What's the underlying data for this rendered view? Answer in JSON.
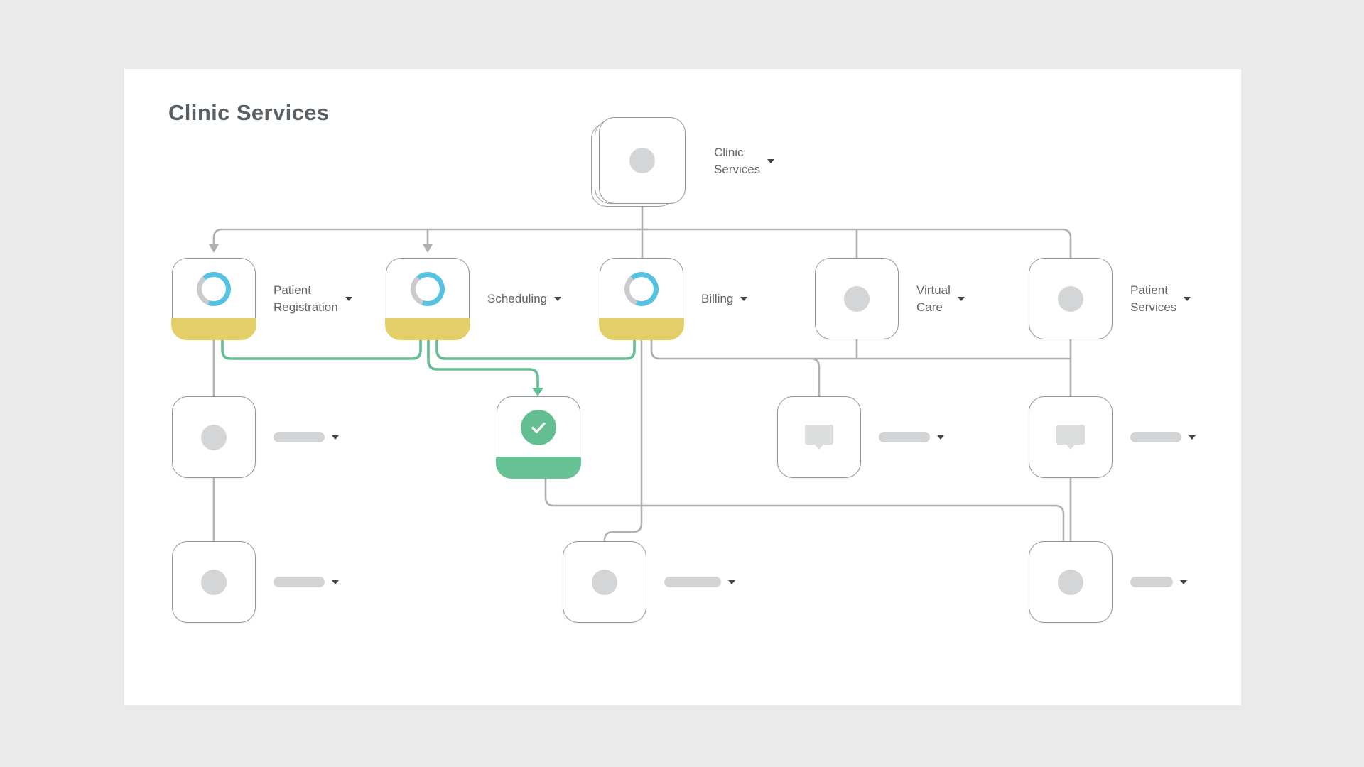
{
  "title": "Clinic Services",
  "nodes": {
    "root": {
      "label": "Clinic Services",
      "icon": "dot",
      "stacked": true,
      "has_dropdown": true
    },
    "level2": [
      {
        "label": "Patient Registration",
        "icon": "spinner",
        "status_bar": "yellow",
        "has_dropdown": true
      },
      {
        "label": "Scheduling",
        "icon": "spinner",
        "status_bar": "yellow",
        "has_dropdown": true
      },
      {
        "label": "Billing",
        "icon": "spinner",
        "status_bar": "yellow",
        "has_dropdown": true
      },
      {
        "label": "Virtual Care",
        "icon": "dot",
        "status_bar": null,
        "has_dropdown": true
      },
      {
        "label": "Patient Services",
        "icon": "dot",
        "status_bar": null,
        "has_dropdown": true
      }
    ],
    "level3": [
      {
        "label_placeholder": true,
        "icon": "dot",
        "status_bar": null,
        "has_dropdown": true
      },
      {
        "label_placeholder": false,
        "icon": "check",
        "status_bar": "green",
        "has_dropdown": false
      },
      {
        "label_placeholder": true,
        "icon": "monitor",
        "status_bar": null,
        "has_dropdown": true
      },
      {
        "label_placeholder": true,
        "icon": "monitor",
        "status_bar": null,
        "has_dropdown": true
      }
    ],
    "level4": [
      {
        "label_placeholder": true,
        "icon": "dot",
        "has_dropdown": true
      },
      {
        "label_placeholder": true,
        "icon": "dot",
        "has_dropdown": true
      },
      {
        "label_placeholder": true,
        "icon": "dot",
        "has_dropdown": true
      }
    ]
  },
  "colors": {
    "page_background": "#eaeaea",
    "canvas_background": "#ffffff",
    "status_yellow": "#e3cf69",
    "status_green": "#68c296",
    "flow_green": "#63be92",
    "spinner_blue": "#54c2e0",
    "line_gray": "#aeb0b3",
    "dot_gray": "#d3d5d6",
    "text_gray": "#5f6469"
  }
}
